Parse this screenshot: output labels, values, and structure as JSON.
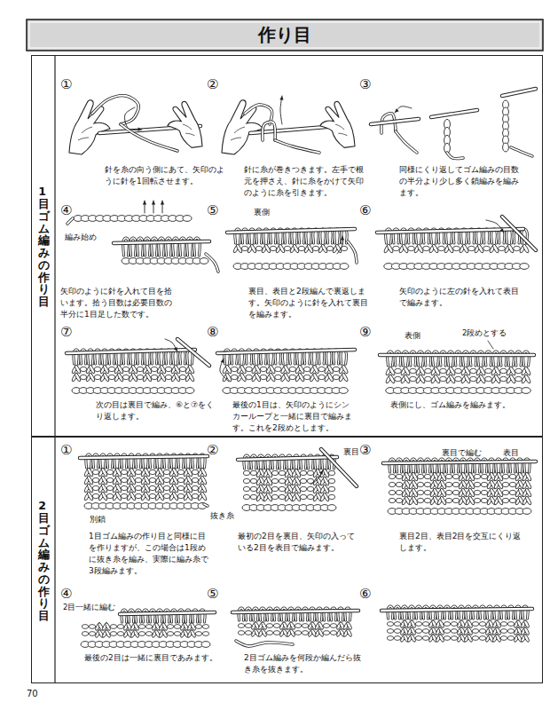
{
  "diagram": {
    "title": "作り目",
    "nodes": [
      {
        "text": [
          "1目ゴム編みの作り目"
        ]
      },
      {
        "text": [
          "2目ゴム編みの作り目"
        ]
      }
    ],
    "labels": [
      "①",
      "針を糸の向う側にあて、矢印のように針を1回転させます。",
      "②",
      "針に糸が巻きつきます。左手で根元を押さえ、針に糸をかけて矢印のように糸を引きます。",
      "③",
      "同様にくり返してゴム編みの目数の半分より少し多く鎖編みを編みます。",
      "④",
      "編み始め",
      "矢印のように針を入れて目を拾います。拾う目数は必要目数の半分に1目足した数です。",
      "⑤",
      "裏側",
      "裏目、表目と2段編んで裏返します。矢印のように針を入れて裏目を編みます。",
      "⑥",
      "矢印のように左の針を入れて表目で編みます。",
      "⑦",
      "次の目は裏目で編み、⑥と⑦をくり返します。",
      "⑧",
      "最後の1目は、矢印のようにシンカーループと一緒に裏目で編みます。これを2段めとします。",
      "⑨",
      "表側",
      "2段めとする",
      "表側にし、ゴム編みを編みます。",
      "①",
      "別鎖",
      "抜き糸",
      "1目ゴム編みの作り目と同様に目を作りますが、この場合は1段めに抜き糸を編み、実際に編み糸で3段編みます。",
      "②",
      "裏目",
      "最初の2目を裏目、矢印の入っている2目を表目で編みます。",
      "③",
      "裏目で編む",
      "表目",
      "裏目2目、表目2目を交互にくり返します。",
      "④",
      "2目一緒に編む",
      "最後の2目は一緒に裏目であみます。",
      "⑤",
      "2目ゴム編みを何段か編んだら抜き糸を抜きます。",
      "⑥",
      "70"
    ]
  }
}
